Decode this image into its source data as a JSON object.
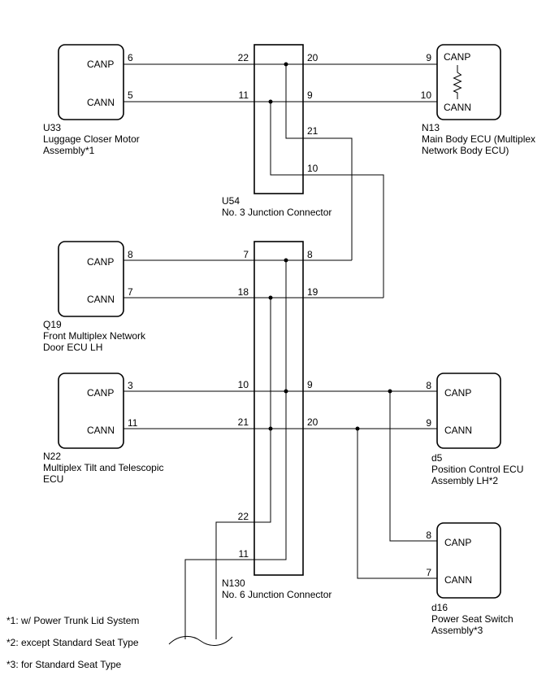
{
  "components": {
    "u33": {
      "code": "U33",
      "name": [
        "Luggage Closer Motor",
        "Assembly*1"
      ],
      "terminals": {
        "canp": {
          "label": "CANP",
          "pin": "6"
        },
        "cann": {
          "label": "CANN",
          "pin": "5"
        }
      }
    },
    "n13": {
      "code": "N13",
      "name": [
        "Main Body ECU (Multiplex",
        "Network Body ECU)"
      ],
      "terminals": {
        "canp": {
          "label": "CANP",
          "pin": "9"
        },
        "cann": {
          "label": "CANN",
          "pin": "10"
        }
      }
    },
    "q19": {
      "code": "Q19",
      "name": [
        "Front Multiplex Network",
        "Door ECU LH"
      ],
      "terminals": {
        "canp": {
          "label": "CANP",
          "pin": "8"
        },
        "cann": {
          "label": "CANN",
          "pin": "7"
        }
      }
    },
    "n22": {
      "code": "N22",
      "name": [
        "Multiplex Tilt and Telescopic",
        "ECU"
      ],
      "terminals": {
        "canp": {
          "label": "CANP",
          "pin": "3"
        },
        "cann": {
          "label": "CANN",
          "pin": "11"
        }
      }
    },
    "d5": {
      "code": "d5",
      "name": [
        "Position Control ECU",
        "Assembly LH*2"
      ],
      "terminals": {
        "canp": {
          "label": "CANP",
          "pin": "8"
        },
        "cann": {
          "label": "CANN",
          "pin": "9"
        }
      }
    },
    "d16": {
      "code": "d16",
      "name": [
        "Power Seat Switch",
        "Assembly*3"
      ],
      "terminals": {
        "canp": {
          "label": "CANP",
          "pin": "8"
        },
        "cann": {
          "label": "CANN",
          "pin": "7"
        }
      }
    }
  },
  "junction_connectors": {
    "u54": {
      "code": "U54",
      "name": "No. 3 Junction Connector",
      "left_pins": [
        "22",
        "11"
      ],
      "right_pins": [
        "20",
        "9",
        "21",
        "10"
      ]
    },
    "n130": {
      "code": "N130",
      "name": "No. 6 Junction Connector",
      "left_pins": [
        "7",
        "18",
        "10",
        "21",
        "22",
        "11"
      ],
      "right_pins": [
        "8",
        "19",
        "9",
        "20"
      ]
    }
  },
  "footnotes": [
    "*1: w/ Power Trunk Lid System",
    "*2: except Standard Seat Type",
    "*3: for Standard Seat Type"
  ]
}
